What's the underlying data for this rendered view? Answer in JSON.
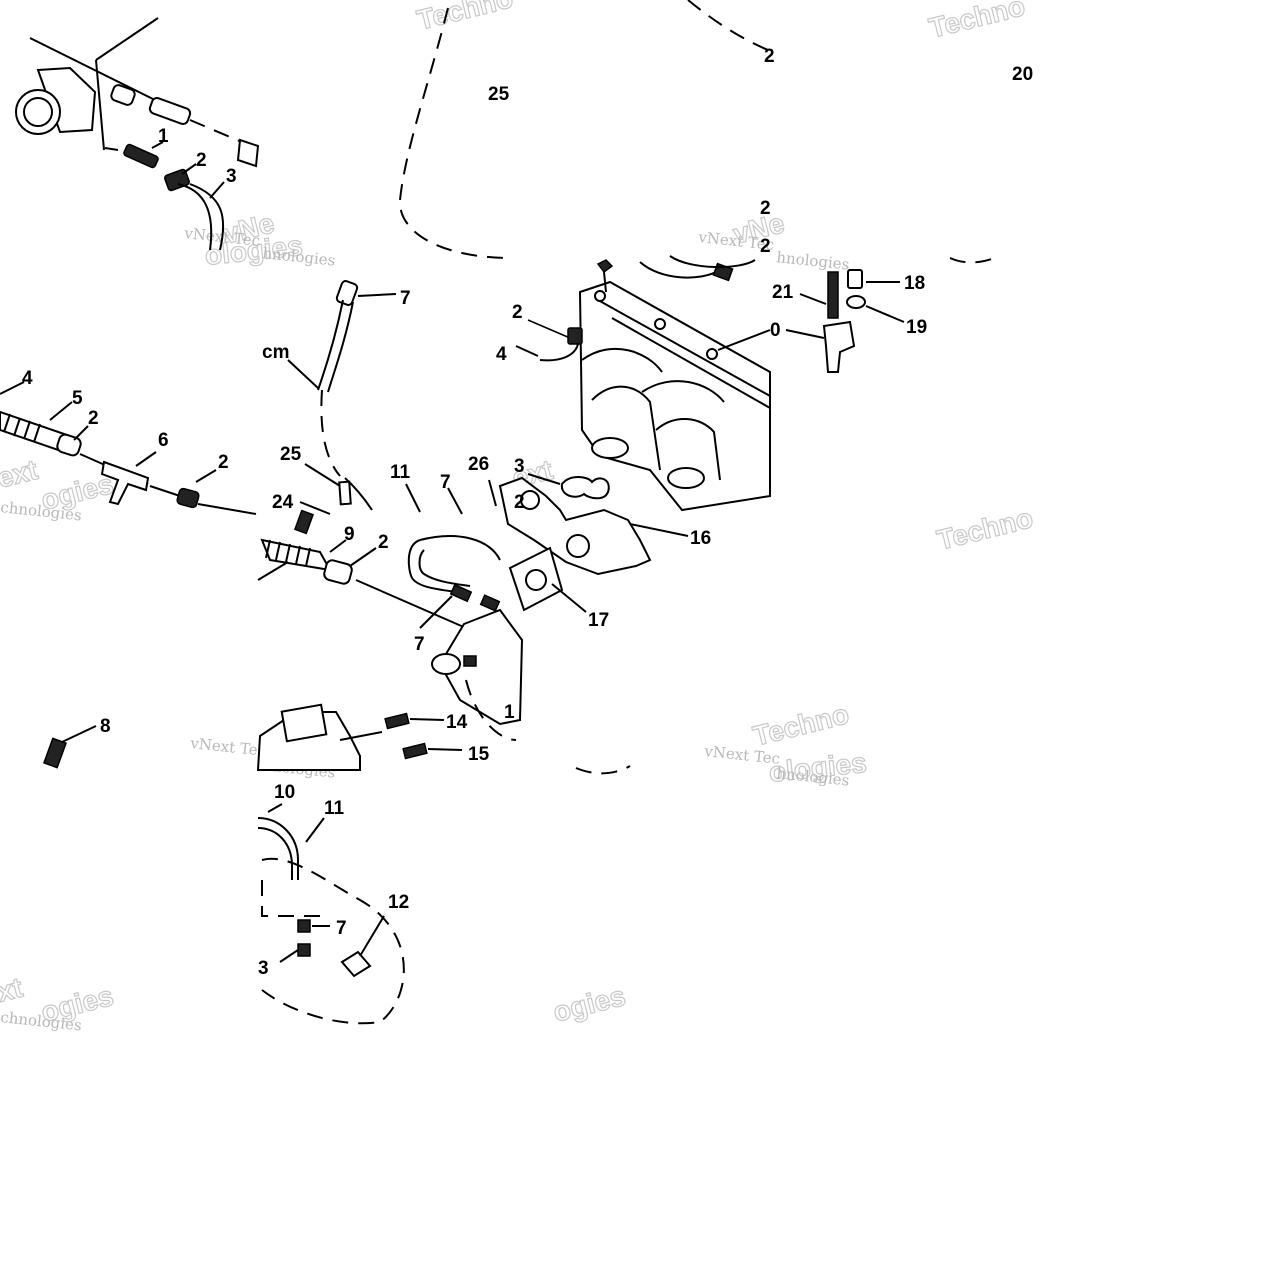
{
  "callouts": [
    {
      "text": "1"
    },
    {
      "text": "2"
    },
    {
      "text": "3"
    },
    {
      "text": "25"
    },
    {
      "text": "2"
    },
    {
      "text": "20"
    },
    {
      "text": "2"
    },
    {
      "text": "2"
    },
    {
      "text": "7"
    },
    {
      "text": "18"
    },
    {
      "text": "21"
    },
    {
      "text": "2"
    },
    {
      "text": "0"
    },
    {
      "text": "19"
    },
    {
      "text": "cm"
    },
    {
      "text": "4"
    },
    {
      "text": "4"
    },
    {
      "text": "5"
    },
    {
      "text": "2"
    },
    {
      "text": "6"
    },
    {
      "text": "2"
    },
    {
      "text": "25"
    },
    {
      "text": "11"
    },
    {
      "text": "7"
    },
    {
      "text": "26"
    },
    {
      "text": "3"
    },
    {
      "text": "2"
    },
    {
      "text": "24"
    },
    {
      "text": "9"
    },
    {
      "text": "2"
    },
    {
      "text": "16"
    },
    {
      "text": "17"
    },
    {
      "text": "7"
    },
    {
      "text": "8"
    },
    {
      "text": "14"
    },
    {
      "text": "15"
    },
    {
      "text": "1"
    },
    {
      "text": "10"
    },
    {
      "text": "11"
    },
    {
      "text": "12"
    },
    {
      "text": "7"
    },
    {
      "text": "3"
    }
  ],
  "watermarks": [
    {
      "text": "vNext Tec"
    },
    {
      "text": "hnologies"
    },
    {
      "text": "vNext Tec"
    },
    {
      "text": "hnologies"
    },
    {
      "text": "vNext Tec"
    },
    {
      "text": "hnologies"
    },
    {
      "text": "vNext Tec"
    },
    {
      "text": "hnologies"
    },
    {
      "text": "chnologies"
    },
    {
      "text": "chnologies"
    }
  ],
  "watermarks_large": [
    {
      "text": "Techno"
    },
    {
      "text": "Techno"
    },
    {
      "text": "Techno"
    },
    {
      "text": "vNe"
    },
    {
      "text": "vNe"
    },
    {
      "text": "ext"
    },
    {
      "text": "ext"
    },
    {
      "text": "xt"
    },
    {
      "text": "ogies"
    },
    {
      "text": "ogies"
    },
    {
      "text": "ogies"
    },
    {
      "text": "ologies"
    },
    {
      "text": "Techno"
    },
    {
      "text": "ologies"
    }
  ]
}
